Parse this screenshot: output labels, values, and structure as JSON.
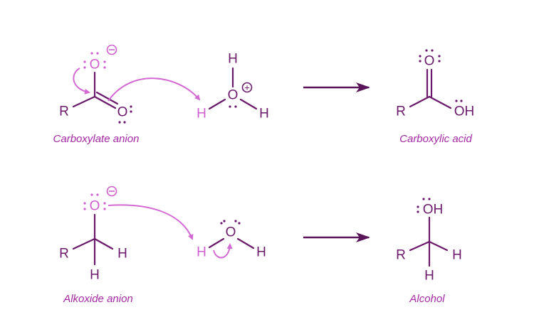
{
  "colors": {
    "bond": "#6b1a6b",
    "charged_oxygen": "#cf5fcf",
    "arrow": "#d36ad3",
    "caption": "#a32aa3"
  },
  "reaction1": {
    "reactant_label": "Carboxylate anion",
    "product_label": "Carboxylic acid",
    "reactant_atoms": {
      "o_top": "O",
      "o_bottom": "O",
      "r": "R",
      "minus": "−"
    },
    "hydronium_atoms": {
      "o": "O",
      "h_top": "H",
      "h_left": "H",
      "h_right": "H",
      "plus": "+"
    },
    "product_atoms": {
      "o_top": "O",
      "oh": "OH",
      "r": "R"
    }
  },
  "reaction2": {
    "reactant_label": "Alkoxide anion",
    "product_label": "Alcohol",
    "reactant_atoms": {
      "o": "O",
      "r": "R",
      "h_right": "H",
      "h_bottom": "H",
      "minus": "−"
    },
    "water_atoms": {
      "o": "O",
      "h_left": "H",
      "h_right": "H"
    },
    "product_atoms": {
      "oh": "OH",
      "r": "R",
      "h_right": "H",
      "h_bottom": "H"
    }
  }
}
